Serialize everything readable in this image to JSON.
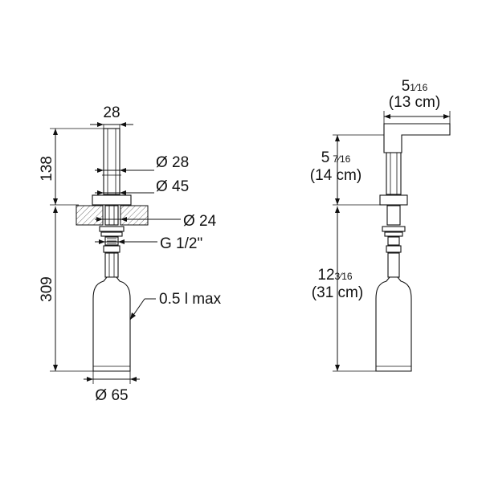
{
  "front_view": {
    "spout_width": "28",
    "spout_height": "138",
    "collar_diameter": "Ø 28",
    "flange_diameter": "Ø 45",
    "hole_diameter": "Ø 24",
    "thread": "G 1/2\"",
    "bottle_height": "309",
    "bottle_capacity": "0.5 l max",
    "bottle_diameter": "Ø 65"
  },
  "side_view": {
    "reach": {
      "whole": "5",
      "fraction": "1⁄16",
      "metric": "(13 cm)"
    },
    "spout_height": {
      "whole": "5",
      "fraction": "7⁄16",
      "metric": "(14 cm)"
    },
    "bottle_height": {
      "whole": "12",
      "fraction": "3⁄16",
      "metric": "(31 cm)"
    }
  },
  "colors": {
    "line": "#111111",
    "background": "#ffffff"
  }
}
